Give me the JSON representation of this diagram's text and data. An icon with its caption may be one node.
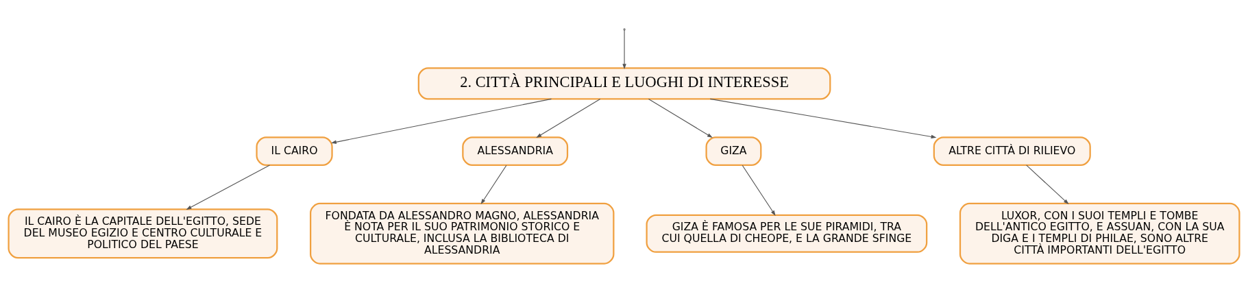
{
  "diagram": {
    "nodes": [
      {
        "text": [
          "2. CITTÀ PRINCIPALI E LUOGHI DI INTERESSE"
        ]
      },
      {
        "text": [
          "IL CAIRO"
        ]
      },
      {
        "text": [
          "ALESSANDRIA"
        ]
      },
      {
        "text": [
          "GIZA"
        ]
      },
      {
        "text": [
          "ALTRE CITTÀ DI RILIEVO"
        ]
      },
      {
        "text": [
          "IL CAIRO È LA CAPITALE DELL'EGITTO, SEDE DEL MUSEO EGIZIO E CENTRO CULTURALE E POLITICO DEL PAESE"
        ]
      },
      {
        "text": [
          "FONDATA DA ALESSANDRO MAGNO, ALESSANDRIA È NOTA PER IL SUO PATRIMONIO STORICO E CULTURALE, INCLUSA LA BIBLIOTECA DI ALESSANDRIA"
        ]
      },
      {
        "text": [
          "GIZA È FAMOSA PER LE SUE PIRAMIDI, TRA CUI QUELLA DI CHEOPE, E LA GRANDE SFINGE"
        ]
      },
      {
        "text": [
          "LUXOR, CON I SUOI TEMPLI E TOMBE DELL'ANTICO EGITTO, E ASSUAN, CON LA SUA DIGA E I TEMPLI DI PHILAE, SONO ALTRE CITTÀ IMPORTANTI DELL'EGITTO"
        ]
      }
    ],
    "edges": [
      {
        "from": null,
        "to": 0,
        "arrow": "to"
      },
      {
        "from": 0,
        "to": 1,
        "arrow": "to"
      },
      {
        "from": 0,
        "to": 2,
        "arrow": "to"
      },
      {
        "from": 0,
        "to": 3,
        "arrow": "to"
      },
      {
        "from": 0,
        "to": 4,
        "arrow": "to"
      },
      {
        "from": 1,
        "to": 5,
        "arrow": "to"
      },
      {
        "from": 2,
        "to": 6,
        "arrow": "to"
      },
      {
        "from": 3,
        "to": 7,
        "arrow": "to"
      },
      {
        "from": 4,
        "to": 8,
        "arrow": "to"
      }
    ]
  }
}
